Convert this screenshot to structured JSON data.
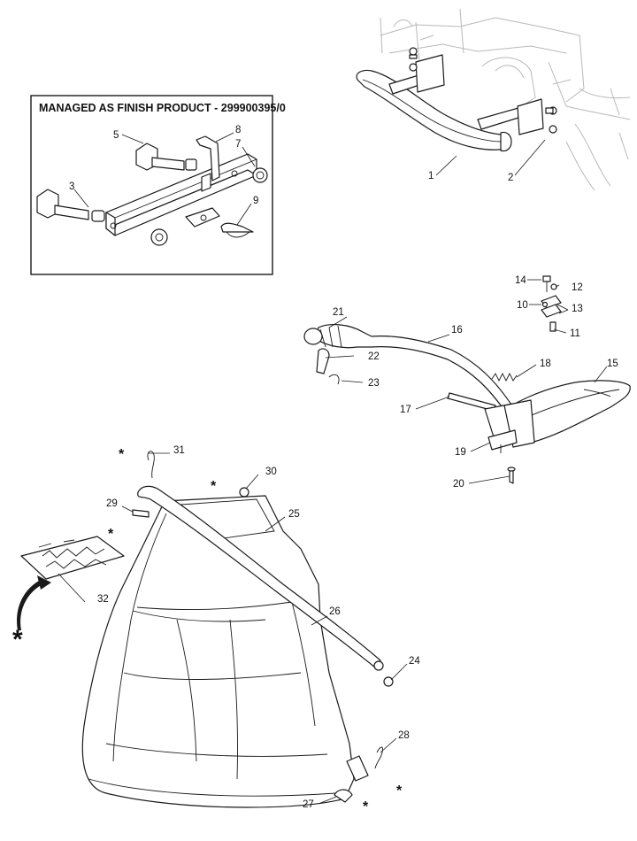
{
  "box": {
    "title": "MANAGED AS FINISH PRODUCT - 299900395/0"
  },
  "callouts": {
    "c1": "1",
    "c2": "2",
    "c3": "3",
    "c5": "5",
    "c7": "7",
    "c8": "8",
    "c9": "9",
    "c10": "10",
    "c11": "11",
    "c12": "12",
    "c13": "13",
    "c14": "14",
    "c15": "15",
    "c16": "16",
    "c17": "17",
    "c18": "18",
    "c19": "19",
    "c20": "20",
    "c21": "21",
    "c22": "22",
    "c23": "23",
    "c24": "24",
    "c25": "25",
    "c26": "26",
    "c27": "27",
    "c28": "28",
    "c29": "29",
    "c30": "30",
    "c31": "31",
    "c32": "32"
  },
  "marks": {
    "star": "*"
  }
}
